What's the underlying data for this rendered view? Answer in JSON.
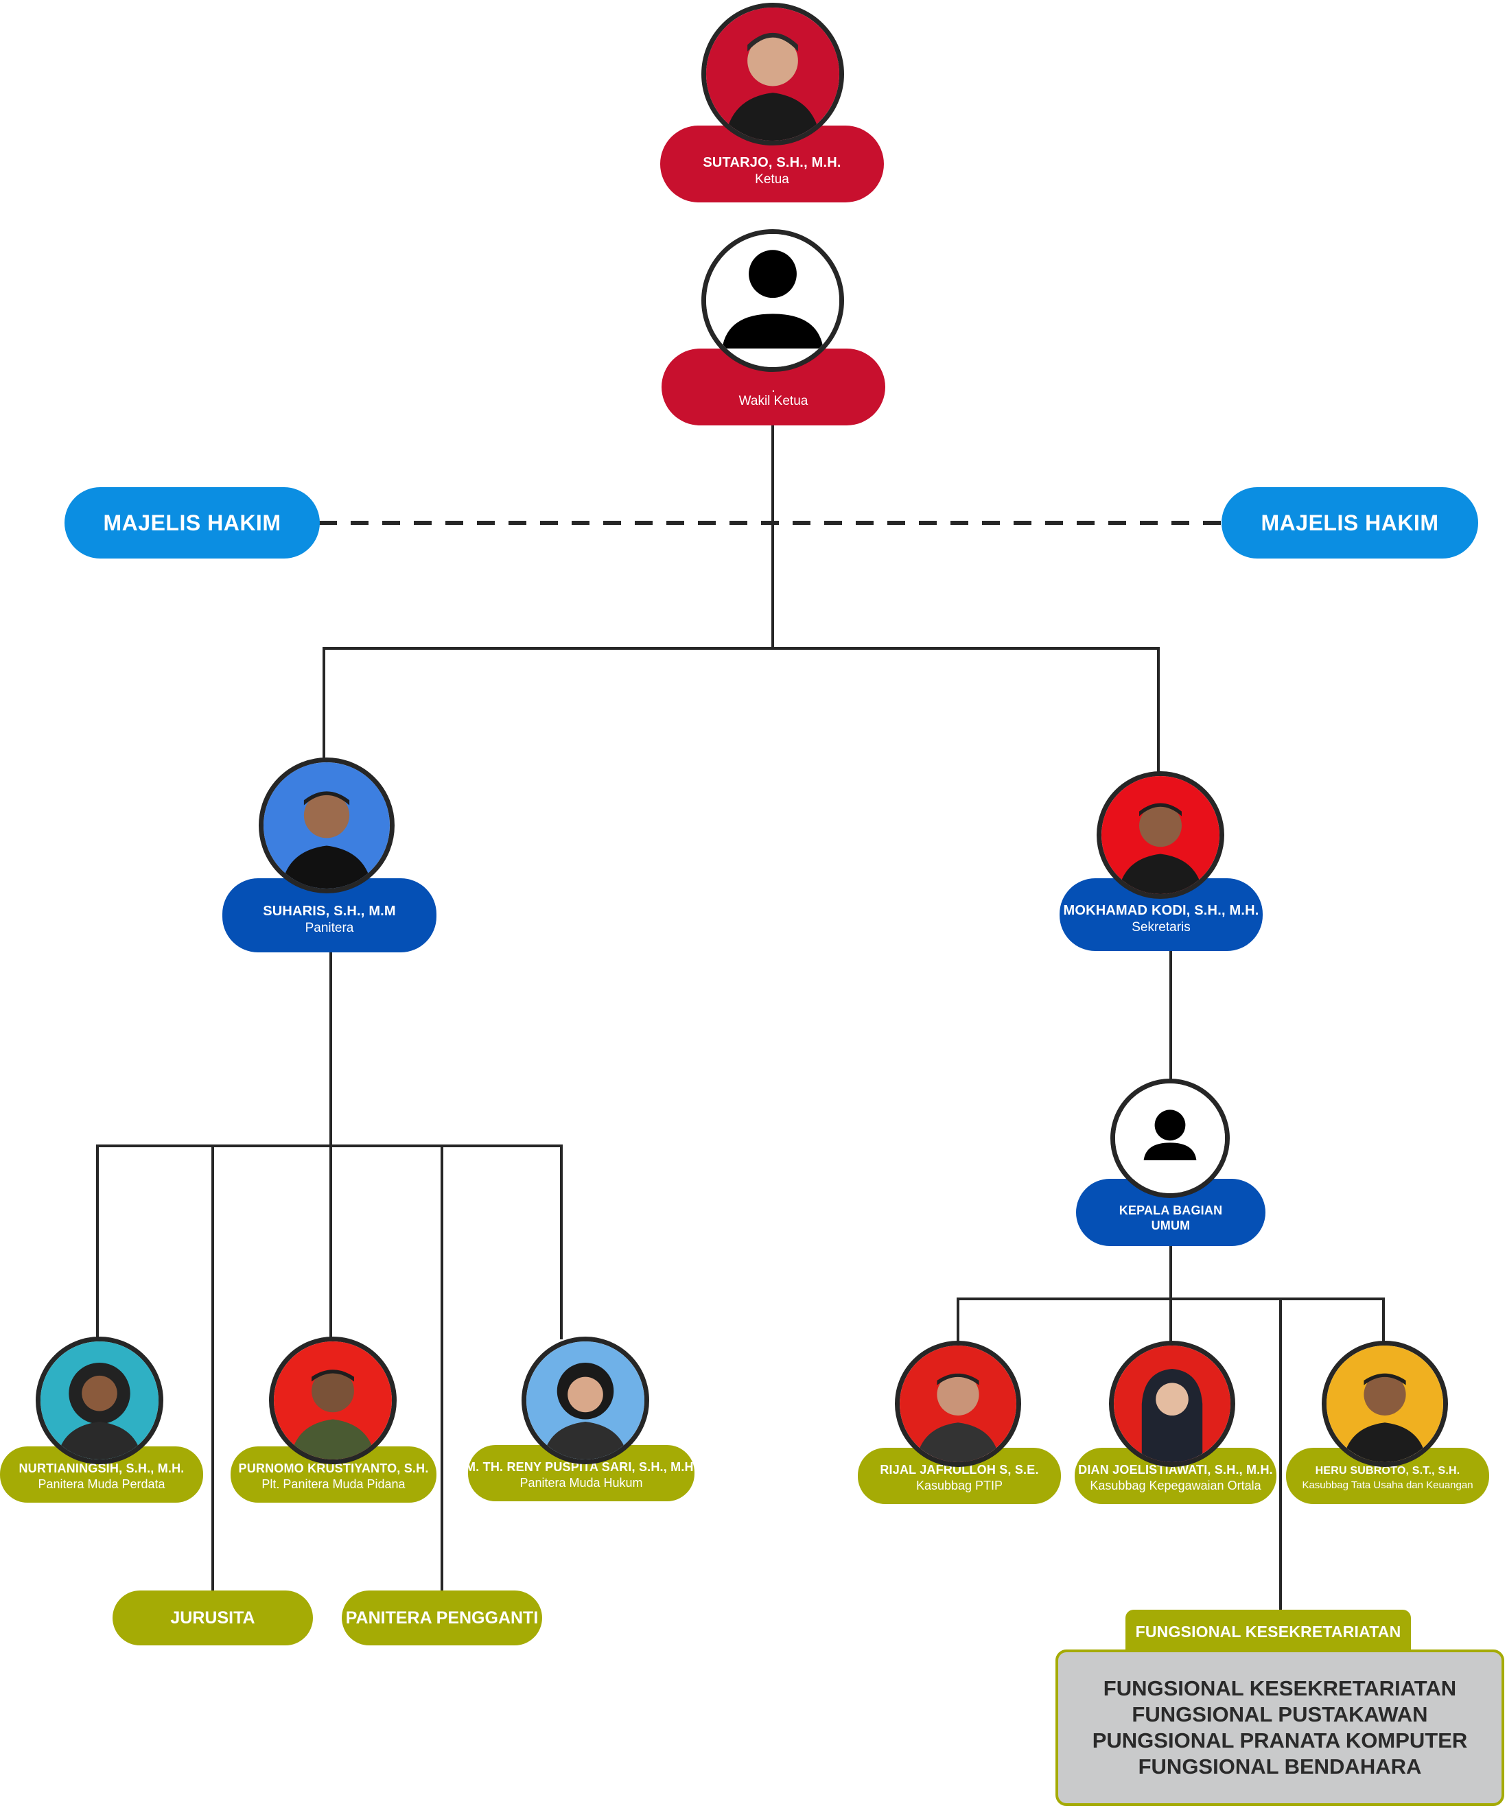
{
  "ketua": {
    "name": "SUTARJO, S.H., M.H.",
    "role": "Ketua",
    "photo_bg": "#c8102e",
    "photo": "person-photo"
  },
  "wakil": {
    "name": ".",
    "role": "Wakil Ketua",
    "photo": "person-placeholder-icon"
  },
  "majelis_left": "MAJELIS HAKIM",
  "majelis_right": "MAJELIS HAKIM",
  "panitera": {
    "name": "SUHARIS, S.H., M.M",
    "role": "Panitera",
    "photo_bg": "#3d7fe0"
  },
  "sekretaris": {
    "name": "MOKHAMAD KODI, S.H., M.H.",
    "role": "Sekretaris",
    "photo_bg": "#e8101a"
  },
  "kabag": {
    "line1": "KEPALA BAGIAN",
    "line2": "UMUM",
    "photo": "person-placeholder-icon"
  },
  "panitera_muda": [
    {
      "name": "NURTIANINGSIH, S.H., M.H.",
      "role": "Panitera Muda Perdata",
      "photo_bg": "#2fb0c4"
    },
    {
      "name": "PURNOMO KRUSTIYANTO, S.H.",
      "role": "Plt. Panitera Muda Pidana",
      "photo_bg": "#e8211a"
    },
    {
      "name": "M. TH. RENY PUSPITA SARI, S.H., M.H.",
      "role": "Panitera Muda Hukum",
      "photo_bg": "#6fb1e8"
    }
  ],
  "jurusita": "JURUSITA",
  "panitera_pengganti": "PANITERA PENGGANTI",
  "kasubbag": [
    {
      "name": "RIJAL JAFRULLOH S, S.E.",
      "role": "Kasubbag PTIP",
      "photo_bg": "#e0201a"
    },
    {
      "name": "DIAN JOELISTIAWATI, S.H., M.H.",
      "role": "Kasubbag Kepegawaian Ortala",
      "photo_bg": "#e0201a"
    },
    {
      "name": "HERU SUBROTO, S.T., S.H.",
      "role": "Kasubbag Tata Usaha dan Keuangan",
      "photo_bg": "#f0b020"
    }
  ],
  "fungsional": {
    "header": "FUNGSIONAL KESEKRETARIATAN",
    "items": [
      "FUNGSIONAL KESEKRETARIATAN",
      "FUNGSIONAL PUSTAKAWAN",
      "PUNGSIONAL PRANATA KOMPUTER",
      "FUNGSIONAL BENDAHARA"
    ]
  },
  "colors": {
    "red": "#c8102e",
    "blue": "#0550b5",
    "sky": "#0b8ee2",
    "olive": "#a5ab05",
    "line": "#262626",
    "grey": "#c9cacb"
  }
}
